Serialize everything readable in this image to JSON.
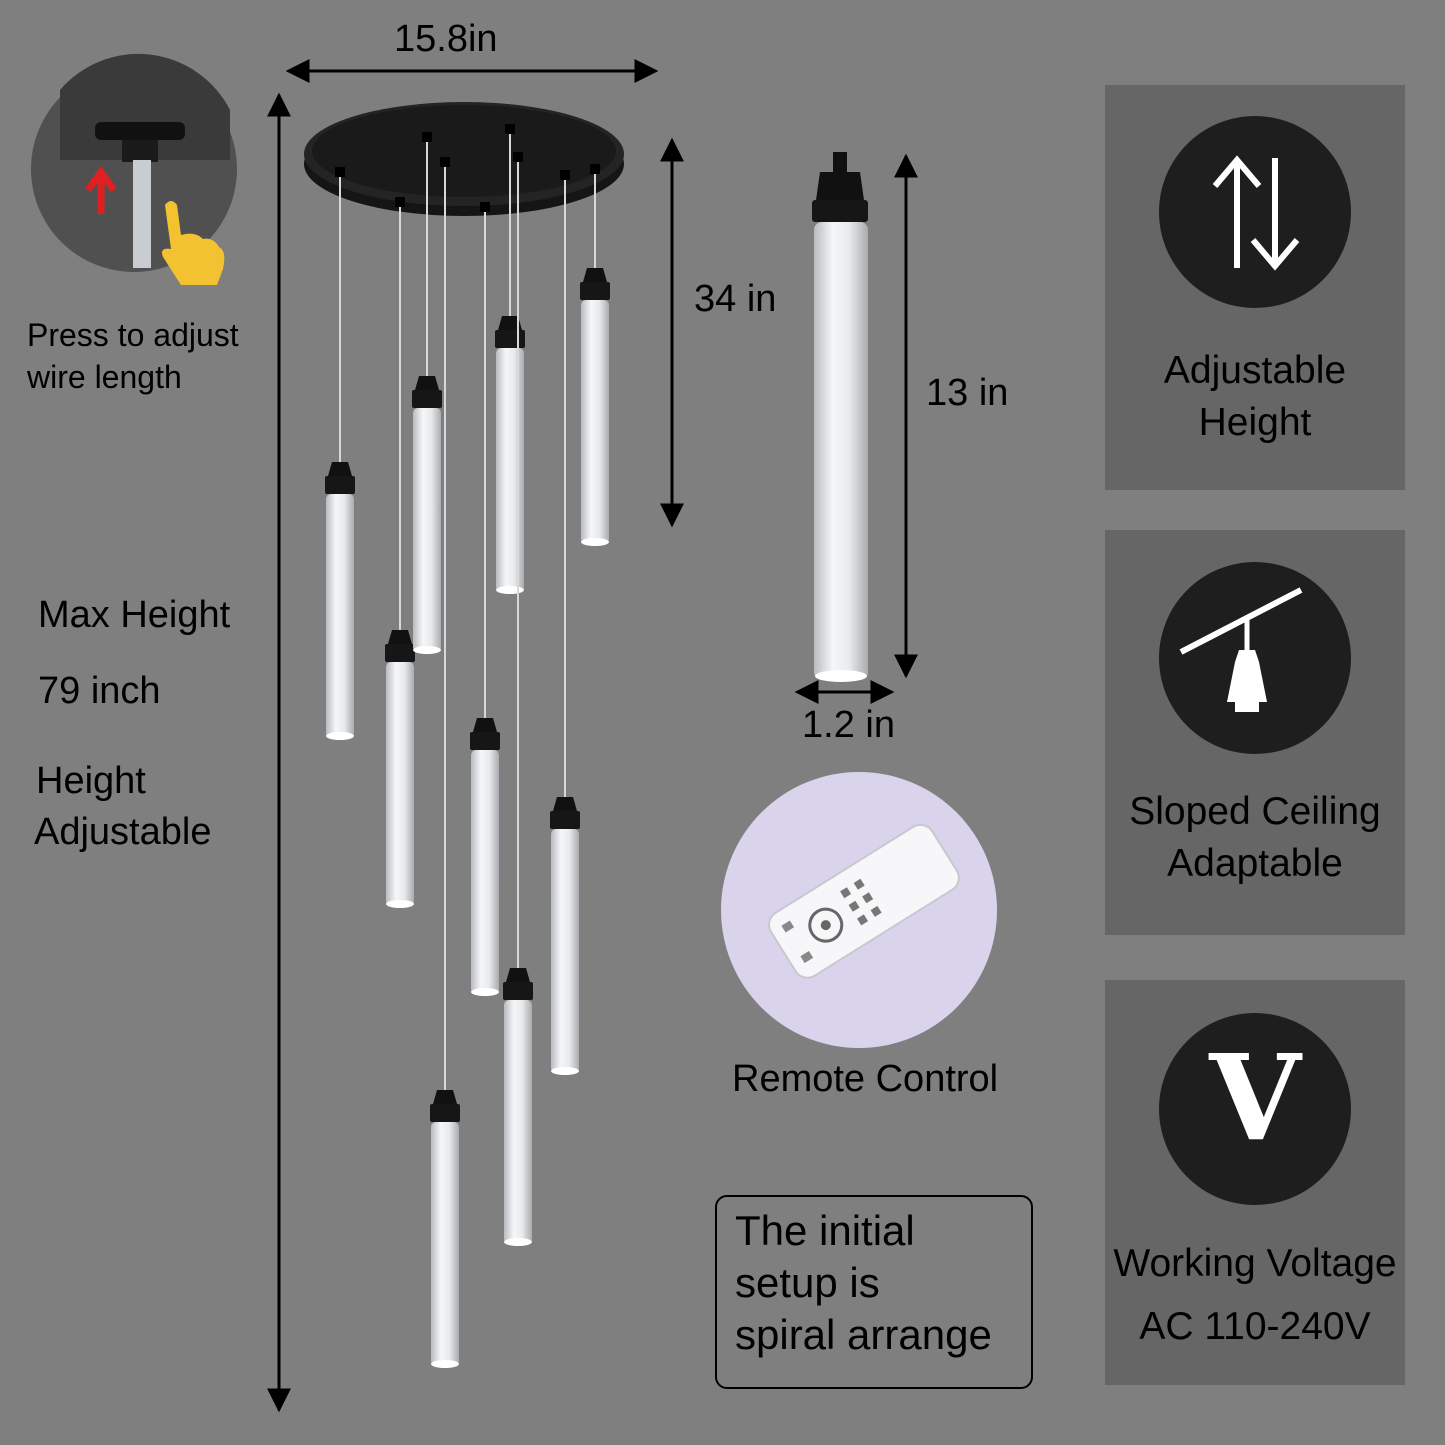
{
  "dimensions": {
    "canopy_width": "15.8in",
    "drop_length": "34 in",
    "tube_length": "13 in",
    "tube_diameter": "1.2 in"
  },
  "inset": {
    "caption_line1": "Press to adjust",
    "caption_line2": "wire length"
  },
  "left_info": {
    "max_height_label": "Max Height",
    "max_height_value": "79 inch",
    "adjustable_line1": "Height",
    "adjustable_line2": "Adjustable"
  },
  "remote": {
    "label": "Remote Control"
  },
  "setup_note": {
    "line1": "The initial",
    "line2": "setup is",
    "line3": "spiral arrange"
  },
  "features": [
    {
      "icon": "up-down-arrows-icon",
      "line1": "Adjustable",
      "line2": "Height"
    },
    {
      "icon": "sloped-ceiling-pendant-icon",
      "line1": "Sloped Ceiling",
      "line2": "Adaptable"
    },
    {
      "icon": "voltage-v-icon",
      "glyph": "V",
      "line1": "Working Voltage",
      "line2": "AC 110-240V"
    }
  ],
  "colors": {
    "background": "#7f7f7f",
    "panel": "#666666",
    "icon_circle": "#1e1e1e",
    "icon_glyph": "#ffffff"
  }
}
